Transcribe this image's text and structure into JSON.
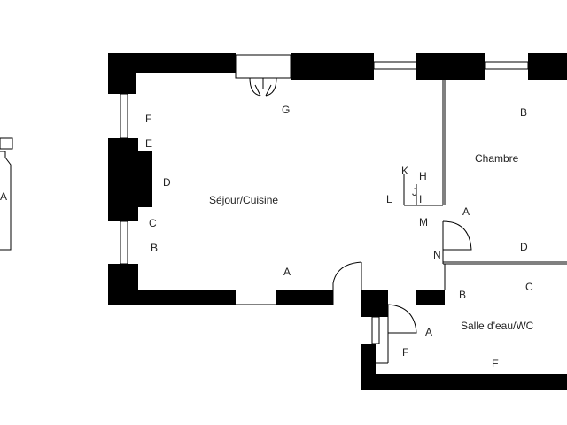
{
  "rooms": {
    "sejour": "Séjour/Cuisine",
    "chambre": "Chambre",
    "salle_eau": "Salle d'eau/WC",
    "partial_left": "A"
  },
  "labels": {
    "sejour_f": "F",
    "sejour_e": "E",
    "sejour_d": "D",
    "sejour_c": "C",
    "sejour_b": "B",
    "sejour_a": "A",
    "sejour_g": "G",
    "chambre_b": "B",
    "chambre_a": "A",
    "chambre_d": "D",
    "hall_k": "K",
    "hall_h": "H",
    "hall_l": "L",
    "hall_j": "J",
    "hall_i": "I",
    "hall_m": "M",
    "hall_n": "N",
    "sde_b": "B",
    "sde_c": "C",
    "sde_a": "A",
    "sde_f": "F",
    "sde_e": "E"
  },
  "colors": {
    "wall": "#000000",
    "background": "#ffffff"
  }
}
